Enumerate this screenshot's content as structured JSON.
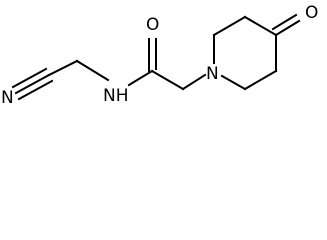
{
  "molecule": {
    "atoms": {
      "nitrile_n": "N",
      "amide_nh": "NH",
      "amide_o": "O",
      "ring_n": "N",
      "ketone_o": "O"
    },
    "colors": {
      "bond": "#000000",
      "label": "#000000",
      "background": "#ffffff"
    }
  }
}
